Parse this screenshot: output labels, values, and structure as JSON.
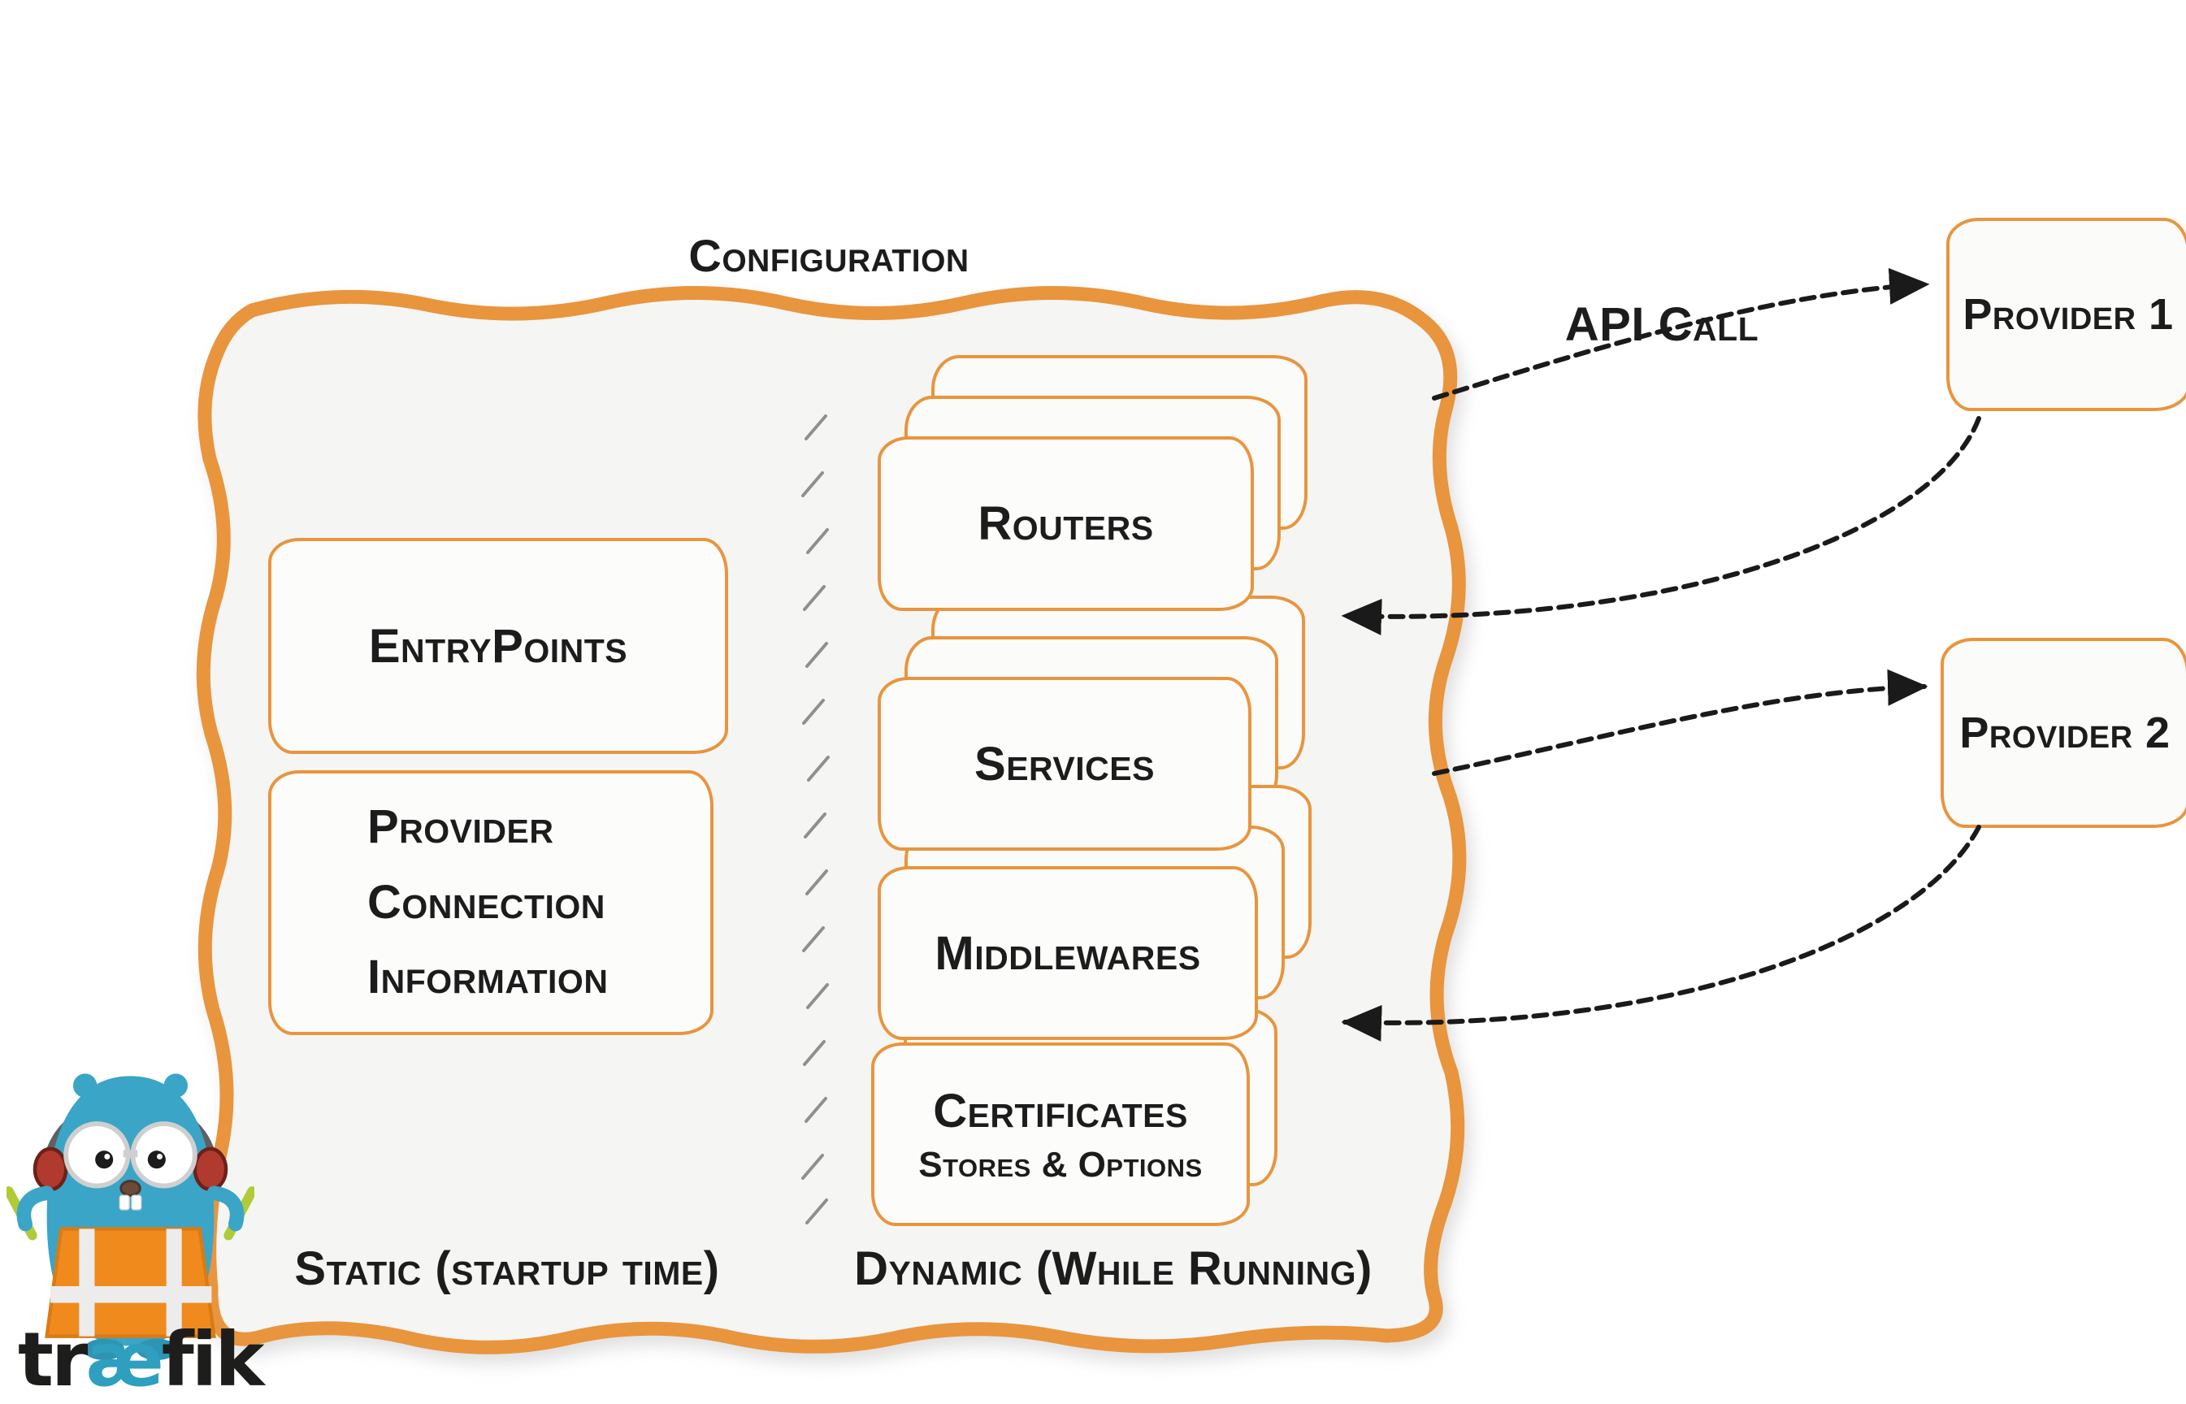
{
  "config": {
    "title": "Configuration",
    "static_section": {
      "label": "Static (startup time)",
      "entrypoints_label": "EntryPoints",
      "provider_info_lines": [
        "Provider",
        "Connection",
        "Information"
      ]
    },
    "dynamic_section": {
      "label": "Dynamic (While Running)",
      "stacks": [
        {
          "label": "Routers"
        },
        {
          "label": "Services"
        },
        {
          "label": "Middlewares"
        },
        {
          "label": "Certificates",
          "sublabel": "Stores & Options"
        }
      ]
    }
  },
  "providers": [
    {
      "label": "Provider 1"
    },
    {
      "label": "Provider 2"
    }
  ],
  "annotations": {
    "api_call": "API Call"
  },
  "logo": {
    "wordmark_pre": "tr",
    "wordmark_ligature": "æ",
    "wordmark_post": "fik"
  },
  "colors": {
    "orange": "#E8953E",
    "panel-bg": "#F5F5F4",
    "box-bg": "#FCFCFB",
    "arrow": "#1A1A1A",
    "divider": "#8F8F8F",
    "text": "#1C1C1C",
    "gopher-blue": "#3AA5C6",
    "vest-orange": "#F08A1D",
    "wordmark-teal": "#2F9FC0"
  }
}
